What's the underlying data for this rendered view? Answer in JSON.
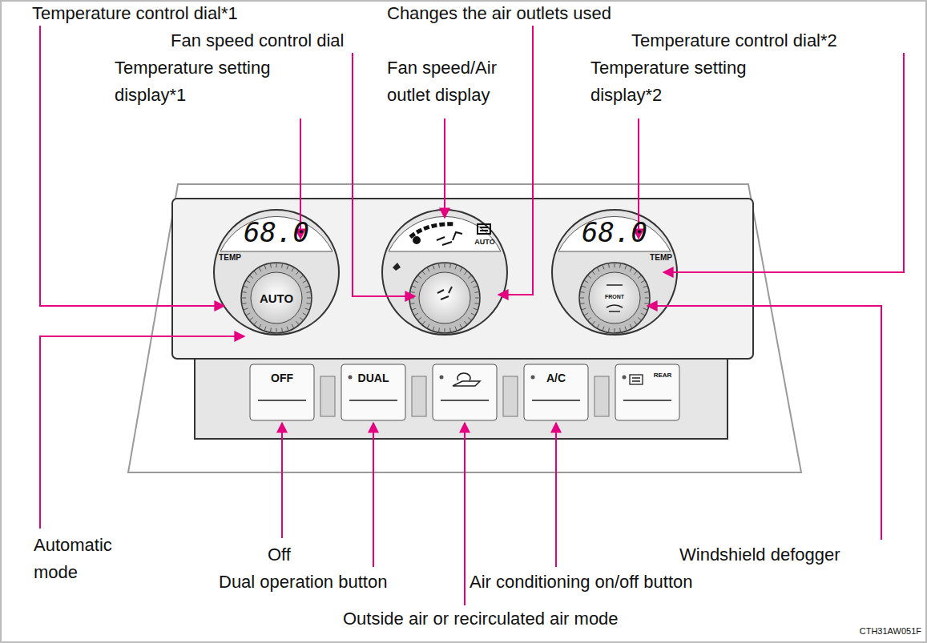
{
  "diagram": {
    "nodes": [
      {
        "text": [
          "OFF"
        ]
      },
      {
        "text": [
          "DUAL"
        ]
      },
      {
        "text": [
          "A/C"
        ]
      },
      {
        "text": [
          "REAR"
        ]
      }
    ],
    "labels": [
      "Temperature control dial*1",
      "Changes the air outlets used",
      "Fan speed control dial",
      "Temperature control dial*2",
      "Temperature setting display*1",
      "Fan speed/Air outlet display",
      "Temperature setting display*2",
      "68.0",
      "68.0",
      "TEMP",
      "TEMP",
      "AUTO",
      "AUTO",
      "FRONT",
      "Automatic mode",
      "Off",
      "Dual operation button",
      "Outside air or recirculated air mode",
      "Air conditioning on/off button",
      "Windshield defogger",
      "CTH31AW051F"
    ]
  }
}
